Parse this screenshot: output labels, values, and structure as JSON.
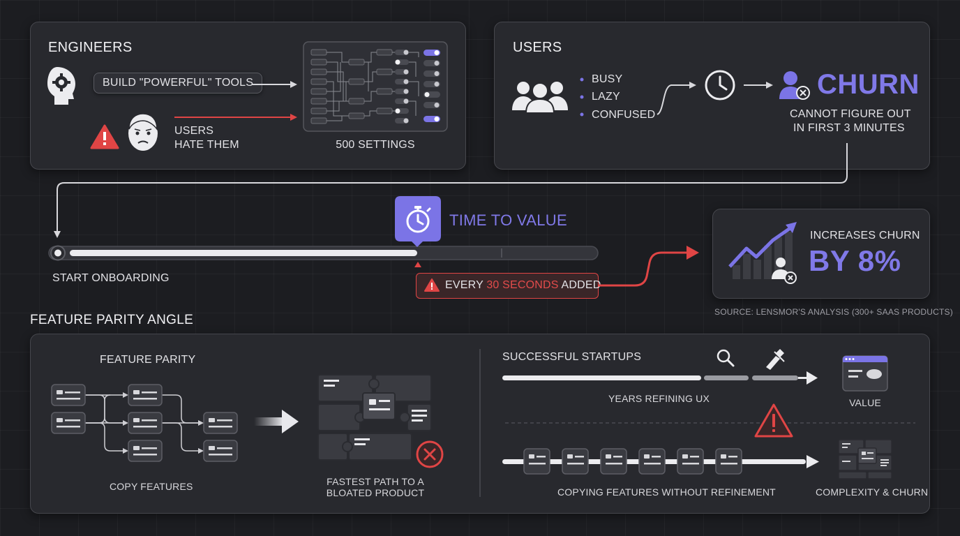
{
  "engineers": {
    "title": "ENGINEERS",
    "build_label": "BUILD \"POWERFUL\" TOOLS",
    "users_hate": [
      "USERS",
      "HATE THEM"
    ],
    "settings_label": "500 SETTINGS"
  },
  "users": {
    "title": "USERS",
    "traits": [
      "BUSY",
      "LAZY",
      "CONFUSED"
    ],
    "churn_label": "CHURN",
    "churn_reason": [
      "CANNOT FIGURE OUT",
      "IN FIRST 3 MINUTES"
    ]
  },
  "timeline": {
    "ttv_label": "TIME TO VALUE",
    "start_label": "START ONBOARDING",
    "added": {
      "prefix": "EVERY ",
      "highlight": "30 SECONDS",
      "suffix": " ADDED"
    },
    "progress_fraction": 0.6
  },
  "impact": {
    "line1": "INCREASES CHURN",
    "line2": "BY 8%",
    "source": "SOURCE: LENSMOR'S ANALYSIS (300+ SAAS PRODUCTS)"
  },
  "parity": {
    "section_title": "FEATURE PARITY ANGLE",
    "feature_parity": "FEATURE PARITY",
    "copy_features": "COPY FEATURES",
    "bloated": [
      "FASTEST PATH TO A",
      "BLOATED PRODUCT"
    ],
    "successful": "SUCCESSFUL STARTUPS",
    "years_refining": "YEARS REFINING UX",
    "value": "VALUE",
    "copying_without": "COPYING FEATURES WITHOUT REFINEMENT",
    "complexity": "COMPLEXITY & CHURN"
  },
  "colors": {
    "accent": "#7b74e6",
    "danger": "#e04545",
    "panel": "#28292e"
  }
}
